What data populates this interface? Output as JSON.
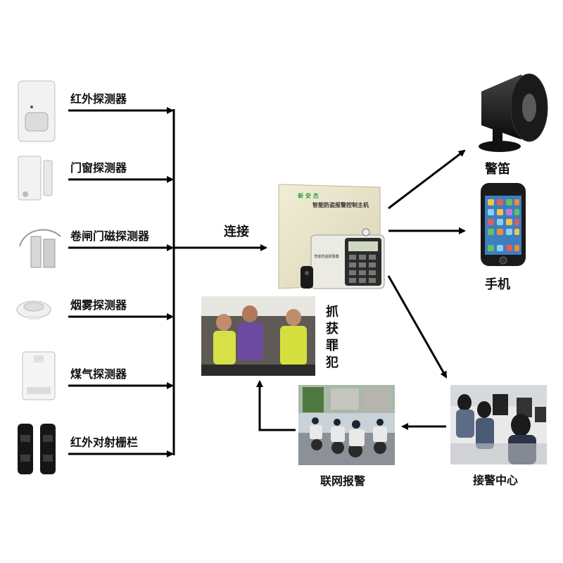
{
  "sensors": [
    {
      "label": "红外探测器",
      "icon": "pir-detector-icon"
    },
    {
      "label": "门窗探测器",
      "icon": "door-window-sensor-icon"
    },
    {
      "label": "卷闸门磁探测器",
      "icon": "shutter-magnetic-sensor-icon"
    },
    {
      "label": "烟雾探测器",
      "icon": "smoke-detector-icon"
    },
    {
      "label": "煤气探测器",
      "icon": "gas-detector-icon"
    },
    {
      "label": "红外对射栅栏",
      "icon": "infrared-beam-fence-icon"
    }
  ],
  "connect_label": "连接",
  "host": {
    "brand": "新 安 杰",
    "panel_title": "智能防盗报警控制主机",
    "keypad_label": "智能防盗报警器",
    "icon": "alarm-host-icon"
  },
  "outputs": {
    "siren": {
      "label": "警笛",
      "icon": "siren-icon"
    },
    "phone": {
      "label": "手机",
      "icon": "mobile-phone-icon"
    }
  },
  "flow": {
    "center": {
      "label": "接警中心",
      "icon": "call-center-photo"
    },
    "network": {
      "label": "联网报警",
      "icon": "police-motorcycles-photo"
    },
    "capture": {
      "label": "抓获罪犯",
      "icon": "arrest-photo"
    }
  },
  "colors": {
    "arrow": "#000000",
    "panel": "#eae6cc",
    "keypad": "#2c2c2c"
  }
}
